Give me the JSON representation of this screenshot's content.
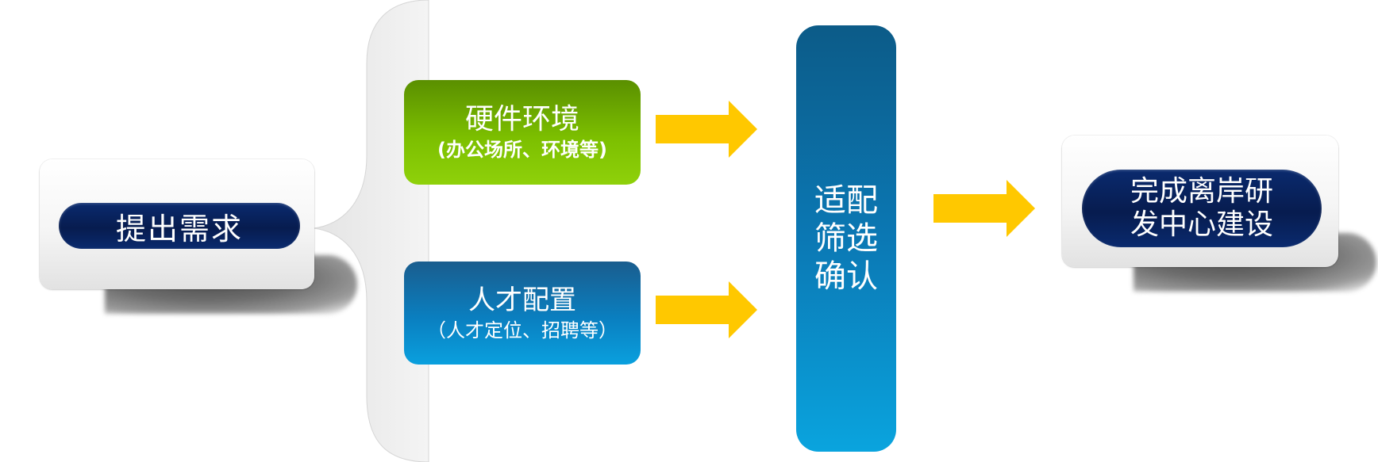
{
  "start": {
    "label": "提出需求"
  },
  "hardware": {
    "title": "硬件环境",
    "subtitle": "(办公场所、环境等)"
  },
  "talent": {
    "title": "人才配置",
    "subtitle": "（人才定位、招聘等）"
  },
  "screening": {
    "label": "适配筛选确认"
  },
  "result": {
    "label": "完成离岸研发中心建设"
  },
  "colors": {
    "arrow": "#ffc800",
    "navy": "#071c4f",
    "green": "#7cbf00",
    "blue": "#0a7fc0"
  }
}
